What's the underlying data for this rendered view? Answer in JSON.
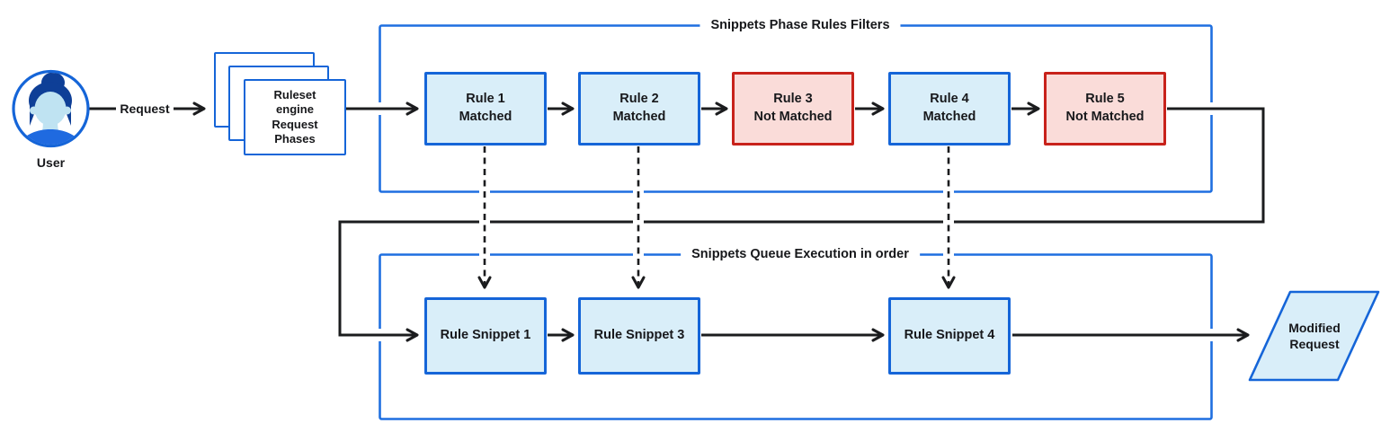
{
  "colors": {
    "node_border_blue": "#1565d8",
    "node_fill_blue": "#d9eef9",
    "container_border_blue": "#1f6fe0",
    "not_matched_border_red": "#c8221b",
    "not_matched_fill_red": "#fadcd9",
    "line_black": "#1b1c1e"
  },
  "user": {
    "label": "User"
  },
  "request": {
    "label": "Request"
  },
  "ruleset_stack": {
    "label": "Ruleset engine Request Phases"
  },
  "phase_filters": {
    "title": "Snippets Phase Rules Filters",
    "rules": [
      {
        "name": "Rule 1",
        "status": "Matched",
        "state": "matched"
      },
      {
        "name": "Rule 2",
        "status": "Matched",
        "state": "matched"
      },
      {
        "name": "Rule 3",
        "status": "Not Matched",
        "state": "not_matched"
      },
      {
        "name": "Rule 4",
        "status": "Matched",
        "state": "matched"
      },
      {
        "name": "Rule 5",
        "status": "Not Matched",
        "state": "not_matched"
      }
    ]
  },
  "queue": {
    "title": "Snippets Queue Execution in order",
    "snippets": [
      {
        "label": "Rule Snippet 1"
      },
      {
        "label": "Rule Snippet 3"
      },
      {
        "label": "Rule Snippet 4"
      }
    ]
  },
  "output": {
    "label": "Modified Request"
  }
}
